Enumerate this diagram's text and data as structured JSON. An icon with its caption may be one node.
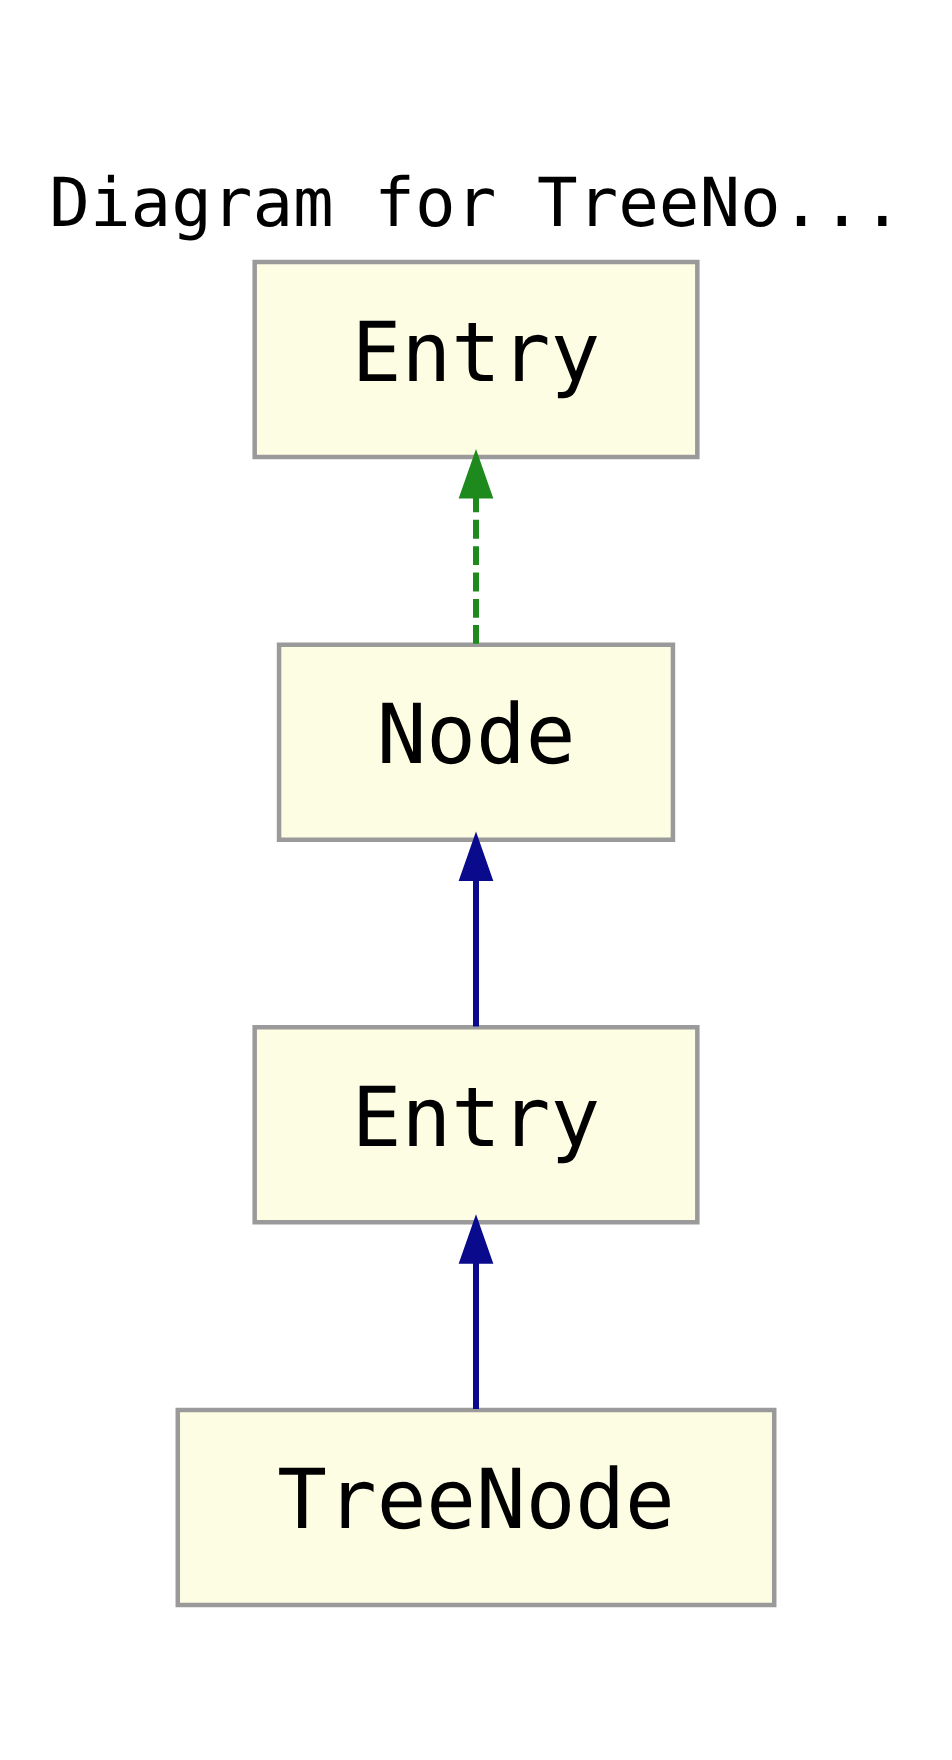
{
  "diagram": {
    "title": "Diagram for TreeNo...",
    "nodes": [
      {
        "text": [
          "Entry"
        ]
      },
      {
        "text": [
          "Node"
        ]
      },
      {
        "text": [
          "Entry"
        ]
      },
      {
        "text": [
          "TreeNode"
        ]
      }
    ],
    "edges": [
      {
        "from": 1,
        "to": 0,
        "arrow": "to",
        "style": "dashed",
        "color": "#1e8a1e"
      },
      {
        "from": 2,
        "to": 1,
        "arrow": "to"
      },
      {
        "from": 3,
        "to": 2,
        "arrow": "to"
      }
    ]
  }
}
